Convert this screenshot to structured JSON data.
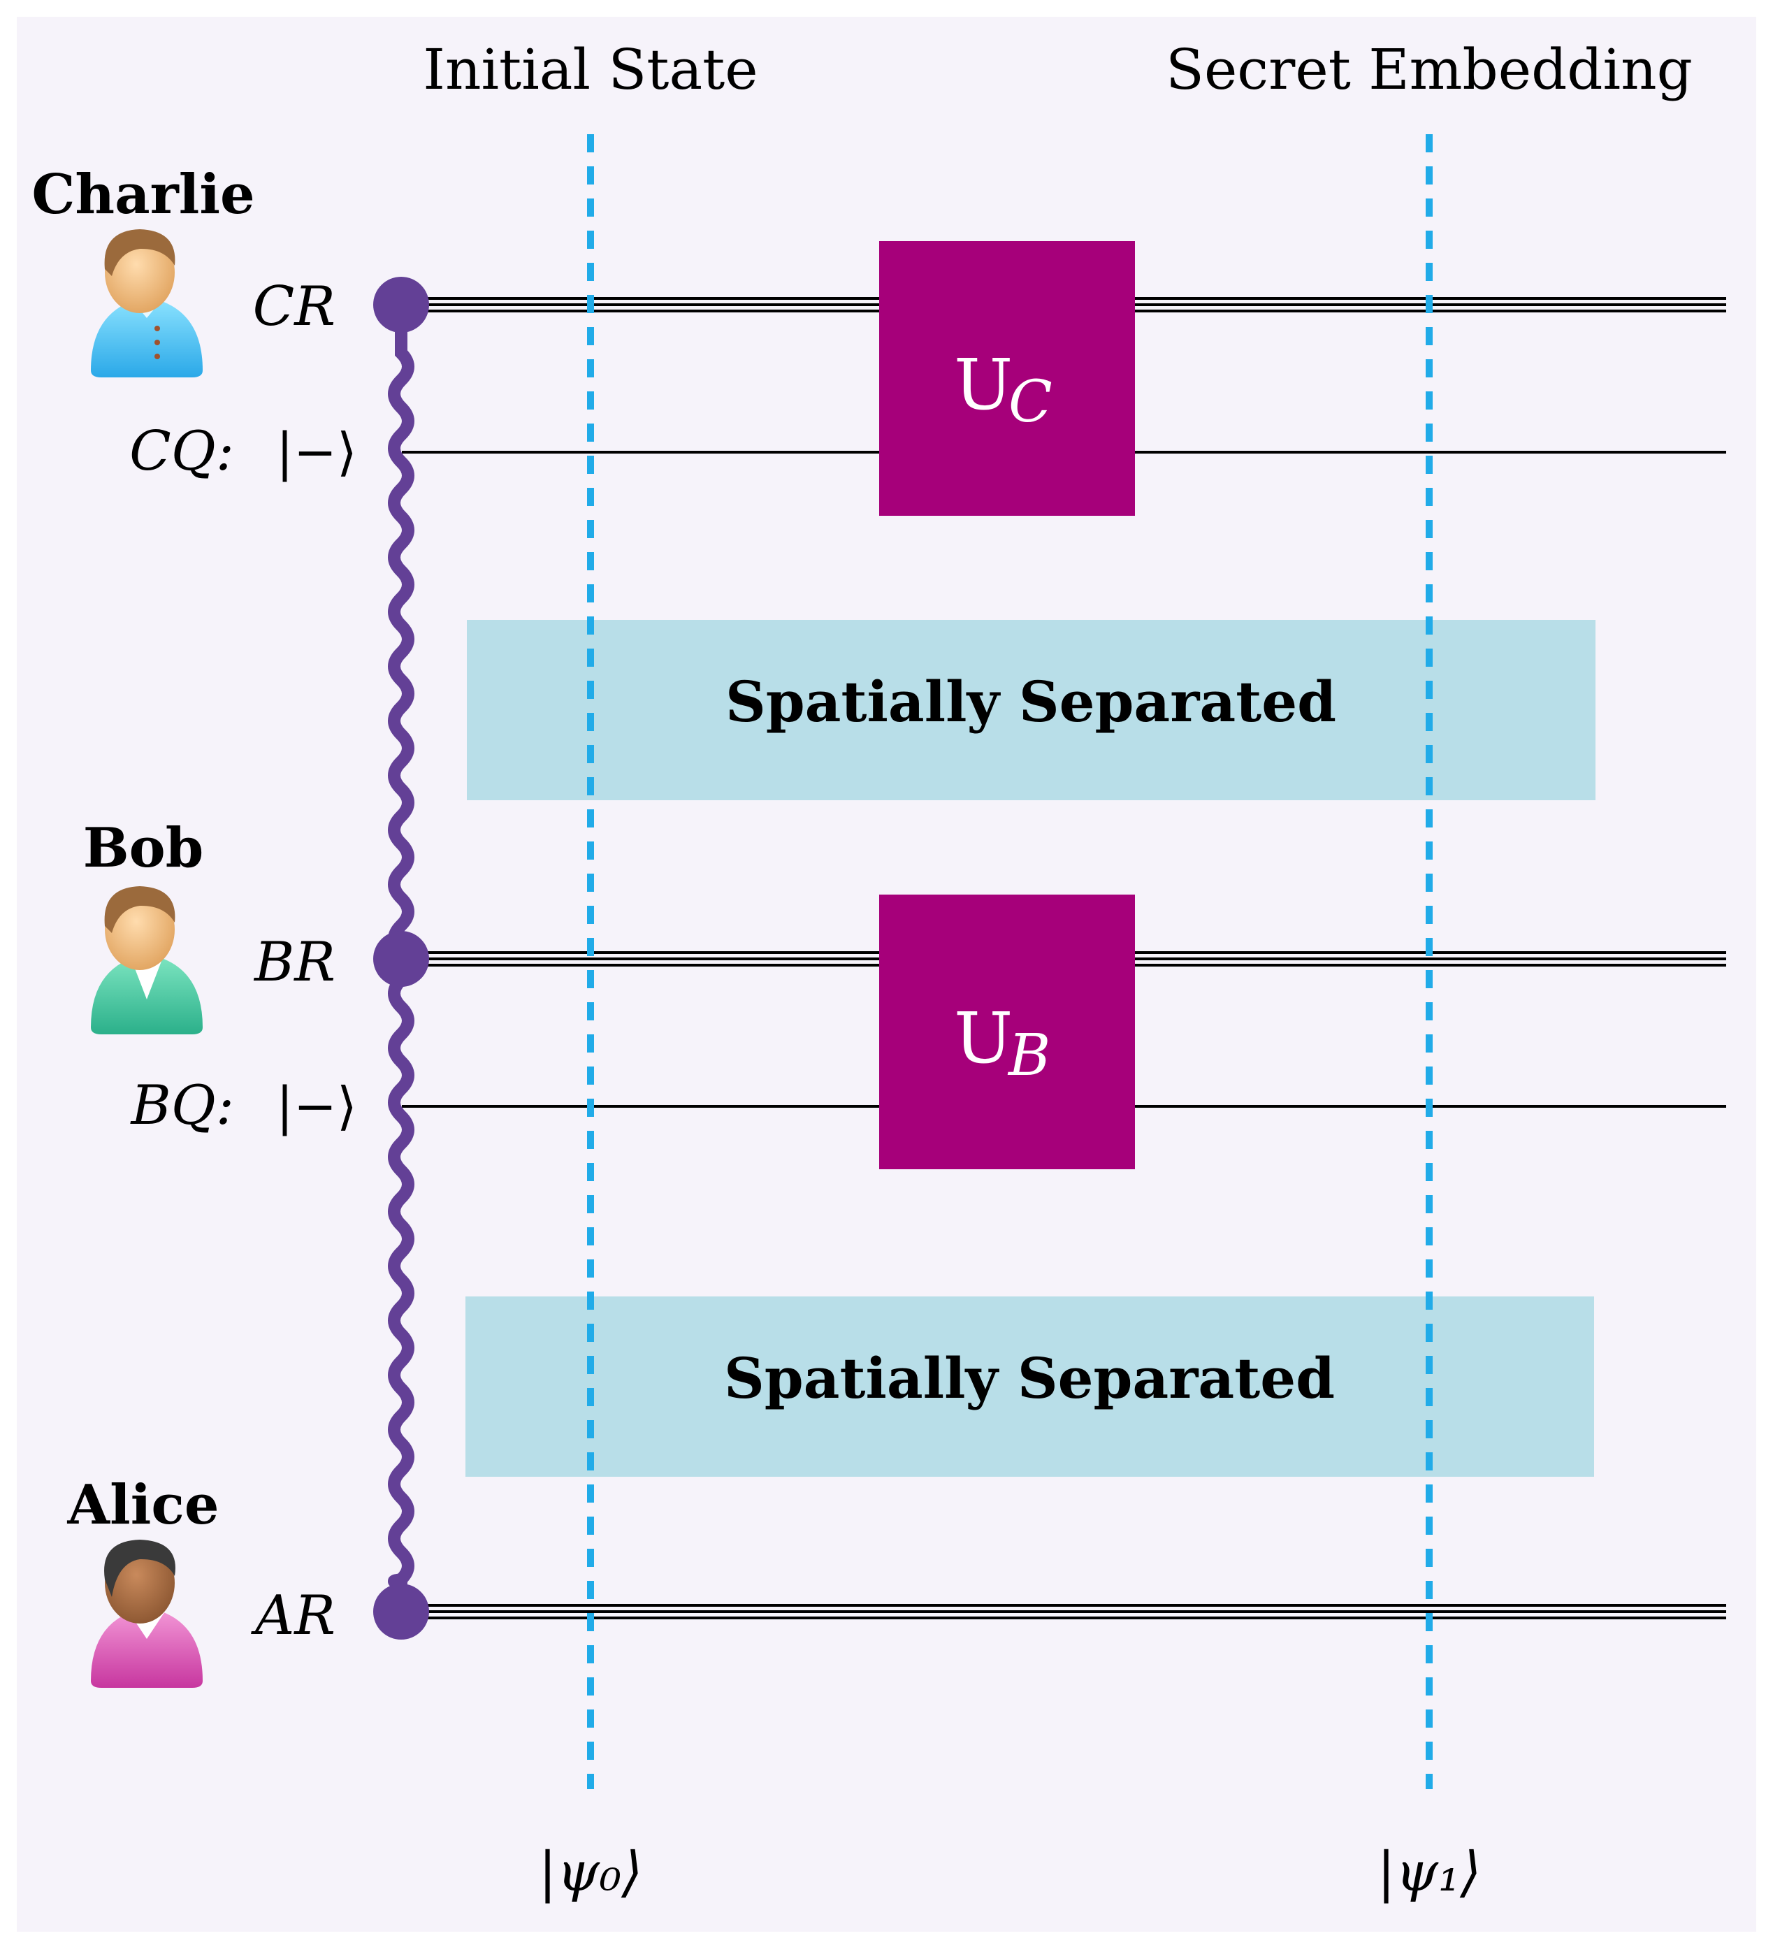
{
  "stages": [
    {
      "title": "Initial State",
      "state_label": "|ψ₀⟩"
    },
    {
      "title": "Secret Embedding",
      "state_label": "|ψ₁⟩"
    }
  ],
  "parties": [
    {
      "name": "Charlie",
      "icon": "person-blue-icon"
    },
    {
      "name": "Bob",
      "icon": "person-green-icon"
    },
    {
      "name": "Alice",
      "icon": "person-pink-icon"
    }
  ],
  "wires": {
    "cr": "CR",
    "cq_name": "CQ:",
    "cq_state": "|−⟩",
    "br": "BR",
    "bq_name": "BQ:",
    "bq_state": "|−⟩",
    "ar": "AR"
  },
  "gates": {
    "charlie": {
      "base": "U",
      "sub": "C"
    },
    "bob": {
      "base": "U",
      "sub": "B"
    }
  },
  "separators": [
    "Spatially Separated",
    "Spatially Separated"
  ],
  "colors": {
    "background": "#f6f3fa",
    "gate": "#a6007a",
    "entanglement": "#634096",
    "barrier": "#21abe8",
    "separator": "#b8dee8",
    "wire": "#000000"
  }
}
